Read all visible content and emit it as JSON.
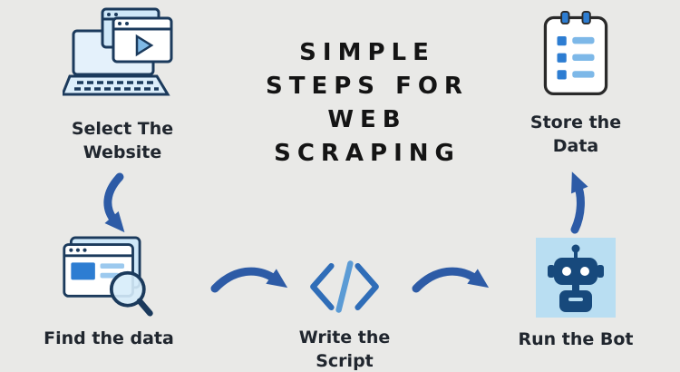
{
  "title": {
    "lines": [
      "SIMPLE",
      "STEPS FOR",
      "WEB",
      "SCRAPING"
    ]
  },
  "steps": [
    {
      "label": "Select The Website",
      "icon": "laptop-video-icon"
    },
    {
      "label": "Find the data",
      "icon": "browser-search-icon"
    },
    {
      "label": "Write the Script",
      "icon": "code-icon"
    },
    {
      "label": "Run the Bot",
      "icon": "robot-icon"
    },
    {
      "label": "Store the Data",
      "icon": "clipboard-checklist-icon"
    }
  ],
  "colors": {
    "background": "#e9e9e7",
    "arrow": "#2d5ba6",
    "accent_blue": "#2d7dd2",
    "light_blue": "#cfe8f9",
    "robot_background": "#b9def2",
    "robot": "#17497c",
    "label_text": "#20262e",
    "title_text": "#141414"
  }
}
